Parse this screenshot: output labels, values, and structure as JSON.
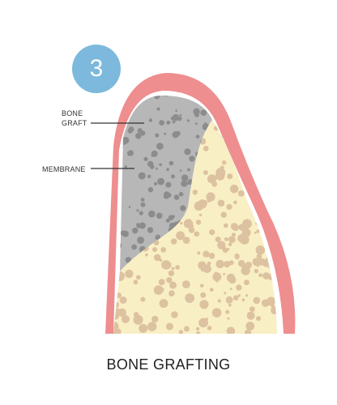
{
  "step": {
    "number": "3",
    "badge_color": "#7cb9dc"
  },
  "labels": {
    "bone_graft": [
      "BONE",
      "GRAFT"
    ],
    "membrane": "MEMBRANE"
  },
  "caption": "BONE GRAFTING",
  "colors": {
    "gum": "#ee8e8f",
    "membrane": "#ffffff",
    "graft_fill": "#b7b7b7",
    "graft_particles": "#8c8c8c",
    "bone_fill": "#f9efc4",
    "bone_particles": "#dcc2a0"
  }
}
